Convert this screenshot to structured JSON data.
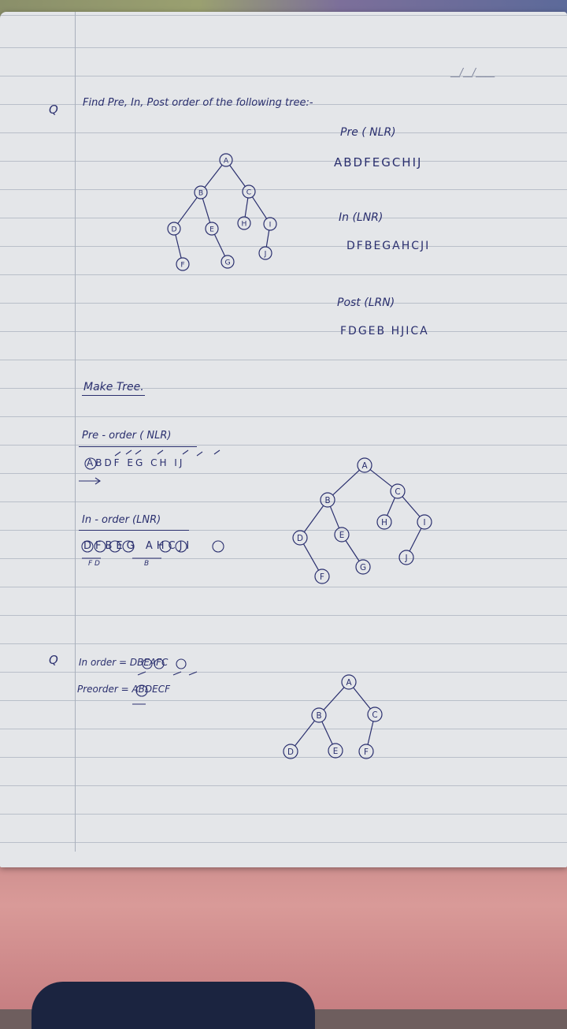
{
  "question1": {
    "marker": "Q",
    "text": "Find Pre, In, Post order of the following tree:-",
    "date": "__/__/____",
    "preorder": {
      "label": "Pre ( NLR)",
      "sequence": "ABDFEGCHIJ"
    },
    "inorder": {
      "label": "In (LNR)",
      "sequence": "DFBEGAHCJI"
    },
    "postorder": {
      "label": "Post (LRN)",
      "sequence": "FDGEB HJICA"
    },
    "tree_nodes": [
      "A",
      "B",
      "C",
      "D",
      "E",
      "H",
      "I",
      "F",
      "G",
      "J"
    ]
  },
  "make_tree": {
    "heading": "Make Tree.",
    "preorder_label": "Pre - order ( NLR)",
    "preorder_sequence": "ABDF EG CH IJ",
    "inorder_label": "In - order (LNR)",
    "inorder_sequence": "DFBEG AHCJI",
    "inorder_note1": "F D",
    "inorder_note2": "B",
    "tree_nodes": [
      "A",
      "B",
      "C",
      "D",
      "E",
      "H",
      "I",
      "F",
      "G",
      "J"
    ]
  },
  "question2": {
    "marker": "Q",
    "inorder_text": "In order = DBEAFC",
    "preorder_text": "Preorder = ABDECF",
    "tree_nodes": [
      "A",
      "B",
      "C",
      "D",
      "E",
      "F"
    ]
  },
  "colors": {
    "ink": "#2a2f6e",
    "paper": "#e4e6e9",
    "rule": "#b9bfc9"
  }
}
